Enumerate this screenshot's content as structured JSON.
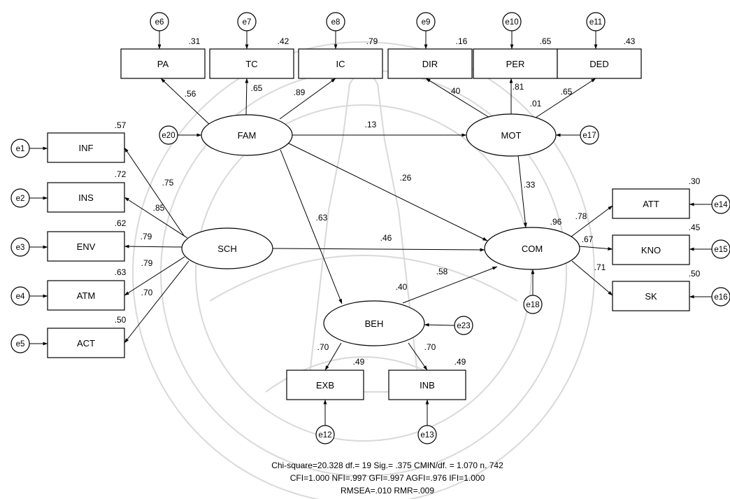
{
  "observed": [
    {
      "id": "PA",
      "label": "PA",
      "r2": ".31"
    },
    {
      "id": "TC",
      "label": "TC",
      "r2": ".42"
    },
    {
      "id": "IC",
      "label": "IC",
      "r2": ".79"
    },
    {
      "id": "DIR",
      "label": "DIR",
      "r2": ".16"
    },
    {
      "id": "PER",
      "label": "PER",
      "r2": ".65"
    },
    {
      "id": "DED",
      "label": "DED",
      "r2": ".43"
    },
    {
      "id": "INF",
      "label": "INF",
      "r2": ".57"
    },
    {
      "id": "INS",
      "label": "INS",
      "r2": ".72"
    },
    {
      "id": "ENV",
      "label": "ENV",
      "r2": ".62"
    },
    {
      "id": "ATM",
      "label": "ATM",
      "r2": ".63"
    },
    {
      "id": "ACT",
      "label": "ACT",
      "r2": ".50"
    },
    {
      "id": "ATT",
      "label": "ATT",
      "r2": ".30"
    },
    {
      "id": "KNO",
      "label": "KNO",
      "r2": ".45"
    },
    {
      "id": "SK",
      "label": "SK",
      "r2": ".50"
    },
    {
      "id": "EXB",
      "label": "EXB",
      "r2": ".49"
    },
    {
      "id": "INB",
      "label": "INB",
      "r2": ".49"
    }
  ],
  "latent": [
    {
      "id": "FAM",
      "label": "FAM",
      "r2": ""
    },
    {
      "id": "MOT",
      "label": "MOT",
      "r2": ".01"
    },
    {
      "id": "SCH",
      "label": "SCH",
      "r2": ""
    },
    {
      "id": "COM",
      "label": "COM",
      "r2": ".96"
    },
    {
      "id": "BEH",
      "label": "BEH",
      "r2": ".40"
    }
  ],
  "errors": [
    "e1",
    "e2",
    "e3",
    "e4",
    "e5",
    "e6",
    "e7",
    "e8",
    "e9",
    "e10",
    "e11",
    "e12",
    "e13",
    "e14",
    "e15",
    "e16",
    "e17",
    "e18",
    "e20",
    "e23"
  ],
  "paths": [
    {
      "from": "FAM",
      "to": "PA",
      "coef": ".56"
    },
    {
      "from": "FAM",
      "to": "TC",
      "coef": ".65"
    },
    {
      "from": "FAM",
      "to": "IC",
      "coef": ".89"
    },
    {
      "from": "MOT",
      "to": "DIR",
      "coef": ".40"
    },
    {
      "from": "MOT",
      "to": "PER",
      "coef": ".81"
    },
    {
      "from": "MOT",
      "to": "DED",
      "coef": ".65"
    },
    {
      "from": "FAM",
      "to": "MOT",
      "coef": ".13"
    },
    {
      "from": "FAM",
      "to": "COM",
      "coef": ".26"
    },
    {
      "from": "FAM",
      "to": "BEH",
      "coef": ".63"
    },
    {
      "from": "MOT",
      "to": "COM",
      "coef": ".33"
    },
    {
      "from": "SCH",
      "to": "INF",
      "coef": ".75"
    },
    {
      "from": "SCH",
      "to": "INS",
      "coef": ".85"
    },
    {
      "from": "SCH",
      "to": "ENV",
      "coef": ".79"
    },
    {
      "from": "SCH",
      "to": "ATM",
      "coef": ".79"
    },
    {
      "from": "SCH",
      "to": "ACT",
      "coef": ".70"
    },
    {
      "from": "SCH",
      "to": "COM",
      "coef": ".46"
    },
    {
      "from": "BEH",
      "to": "COM",
      "coef": ".58"
    },
    {
      "from": "COM",
      "to": "ATT",
      "coef": ".78"
    },
    {
      "from": "COM",
      "to": "KNO",
      "coef": ".67"
    },
    {
      "from": "COM",
      "to": "SK",
      "coef": ".71"
    },
    {
      "from": "BEH",
      "to": "EXB",
      "coef": ".70"
    },
    {
      "from": "BEH",
      "to": "INB",
      "coef": ".70"
    }
  ],
  "fit": {
    "line1": "Chi-square=20.328   df.= 19   Sig.= .375  CMIN/df. = 1.070  n. 742",
    "line2": "CFI=1.000  NFI=.997  GFI=.997  AGFI=.976  IFI=1.000",
    "line3": "RMSEA=.010 RMR=.009"
  }
}
